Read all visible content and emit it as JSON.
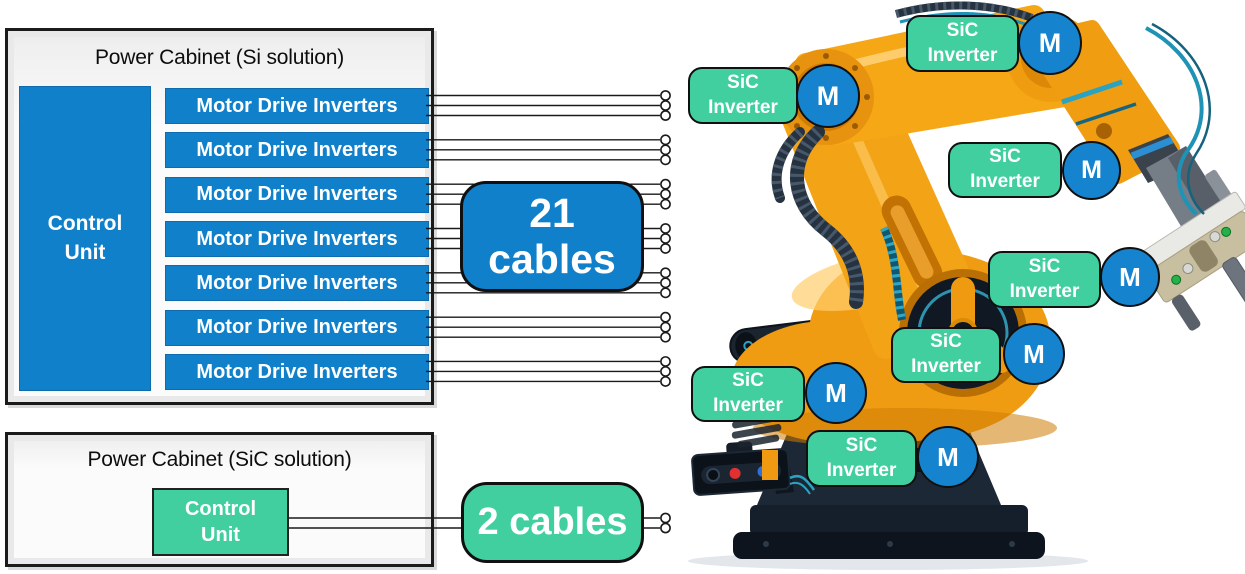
{
  "si_cabinet": {
    "title": "Power Cabinet (Si solution)",
    "control_unit": {
      "line1": "Control",
      "line2": "Unit"
    },
    "inverters": [
      "Motor Drive Inverters",
      "Motor Drive Inverters",
      "Motor Drive Inverters",
      "Motor Drive Inverters",
      "Motor Drive Inverters",
      "Motor Drive Inverters",
      "Motor Drive Inverters"
    ]
  },
  "sic_cabinet": {
    "title": "Power Cabinet (SiC solution)",
    "control_unit": {
      "line1": "Control",
      "line2": "Unit"
    }
  },
  "badges": {
    "si": {
      "line1": "21",
      "line2": "cables",
      "cable_count": 21
    },
    "sic": {
      "label": "2 cables",
      "cable_count": 2
    }
  },
  "cable_layout": {
    "lines_per_inverter": 3,
    "sic_lines": 2
  },
  "robot": {
    "units": [
      {
        "inverter_line1": "SiC",
        "inverter_line2": "Inverter",
        "motor": "M"
      },
      {
        "inverter_line1": "SiC",
        "inverter_line2": "Inverter",
        "motor": "M"
      },
      {
        "inverter_line1": "SiC",
        "inverter_line2": "Inverter",
        "motor": "M"
      },
      {
        "inverter_line1": "SiC",
        "inverter_line2": "Inverter",
        "motor": "M"
      },
      {
        "inverter_line1": "SiC",
        "inverter_line2": "Inverter",
        "motor": "M"
      },
      {
        "inverter_line1": "SiC",
        "inverter_line2": "Inverter",
        "motor": "M"
      },
      {
        "inverter_line1": "SiC",
        "inverter_line2": "Inverter",
        "motor": "M"
      }
    ]
  },
  "colors": {
    "accent_blue": "#1180cb",
    "accent_green": "#42cfa0",
    "connector_line": "#1a1a1a",
    "robot_orange": "#f3a316"
  }
}
